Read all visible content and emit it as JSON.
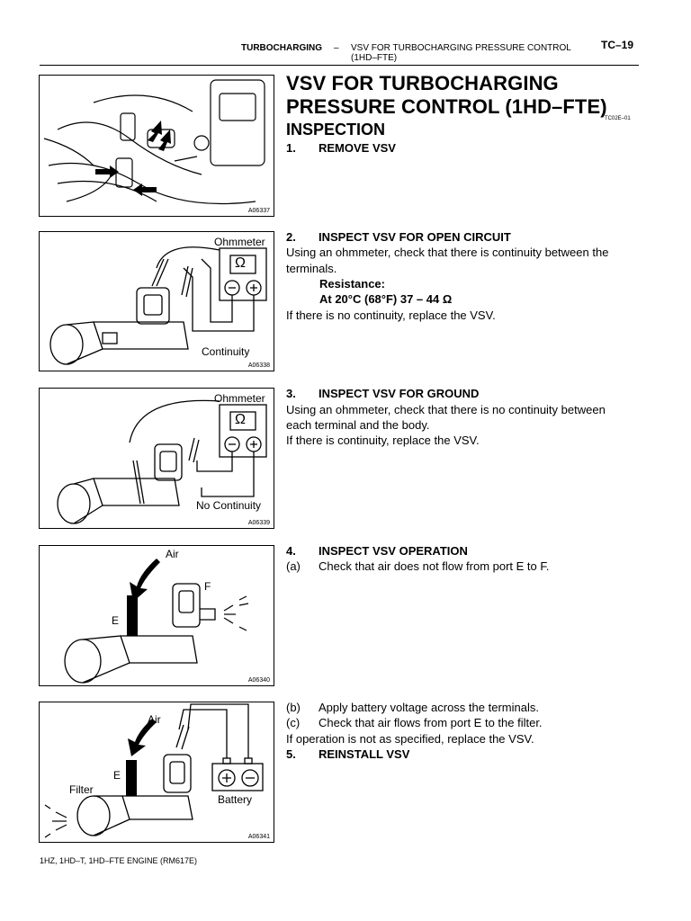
{
  "header": {
    "section": "TURBOCHARGING",
    "dash": "–",
    "subsection_line1": "VSV FOR TURBOCHARGING PRESSURE CONTROL",
    "subsection_line2": "(1HD–FTE)",
    "page": "TC–19"
  },
  "title": {
    "line1": "VSV FOR TURBOCHARGING",
    "line2": "PRESSURE CONTROL (1HD–FTE)",
    "ref_code": "TC02E–01",
    "inspection": "INSPECTION"
  },
  "steps": {
    "s1": {
      "num": "1.",
      "label": "REMOVE VSV"
    },
    "s2": {
      "num": "2.",
      "label": "INSPECT VSV FOR OPEN CIRCUIT",
      "text1": "Using an ohmmeter, check that there is continuity between the",
      "text2": "terminals.",
      "spec_label": "Resistance:",
      "spec_value": "At 20°C (68°F)   37 – 44 Ω",
      "note": "If there is no continuity, replace the VSV."
    },
    "s3": {
      "num": "3.",
      "label": "INSPECT VSV FOR GROUND",
      "text1": "Using an ohmmeter, check that there is no continuity between",
      "text2": "each terminal and the body.",
      "note": "If there is continuity, replace the VSV."
    },
    "s4": {
      "num": "4.",
      "label": "INSPECT VSV OPERATION",
      "a_num": "(a)",
      "a_text": "Check that air does not flow from port E to F.",
      "b_num": "(b)",
      "b_text": "Apply battery voltage across the terminals.",
      "c_num": "(c)",
      "c_text": "Check that air flows from port E to the filter.",
      "note": "If operation is not as specified, replace the VSV."
    },
    "s5": {
      "num": "5.",
      "label": "REINSTALL VSV"
    }
  },
  "figures": {
    "f1": {
      "code": "A06337"
    },
    "f2": {
      "code": "A06338",
      "ohmmeter": "Ohmmeter",
      "ohm_symbol": "Ω",
      "result": "Continuity"
    },
    "f3": {
      "code": "A06339",
      "ohmmeter": "Ohmmeter",
      "ohm_symbol": "Ω",
      "result": "No Continuity"
    },
    "f4": {
      "code": "A06340",
      "air": "Air",
      "port_e": "E",
      "port_f": "F"
    },
    "f5": {
      "code": "A06341",
      "air": "Air",
      "port_e": "E",
      "filter": "Filter",
      "battery": "Battery"
    }
  },
  "footer": {
    "text": "1HZ, 1HD–T, 1HD–FTE ENGINE   (RM617E)"
  }
}
